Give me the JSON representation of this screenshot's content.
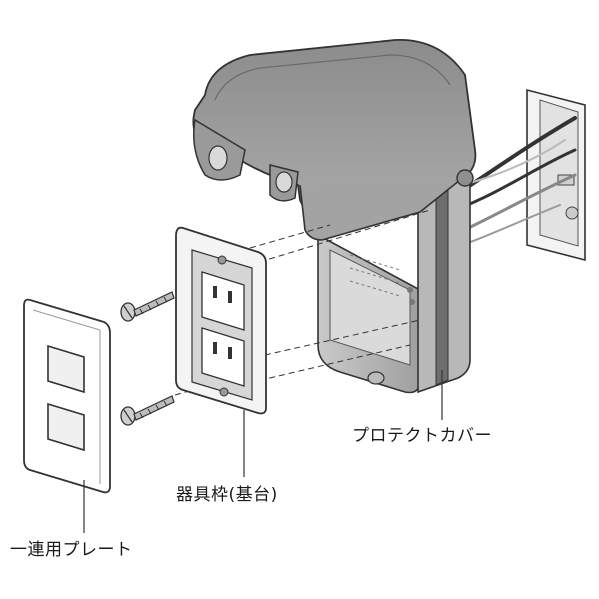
{
  "labels": {
    "protect_cover": "プロテクトカバー",
    "device_frame": "器具枠(基台)",
    "plate": "一連用プレート"
  }
}
